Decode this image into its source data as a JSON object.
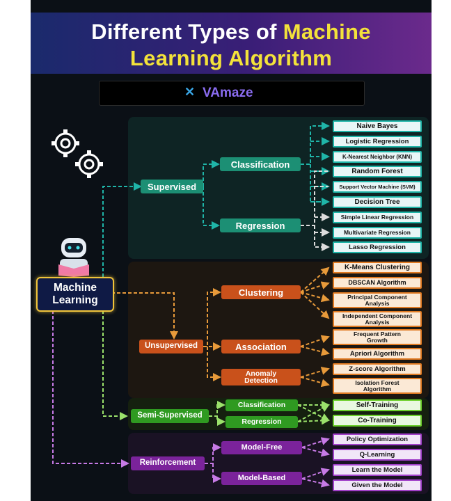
{
  "title": {
    "line1_a": "Different Types of ",
    "line1_b": "Machine",
    "line2": "Learning Algorithm"
  },
  "brand": {
    "name": "VAmaze"
  },
  "root": {
    "label": "Machine Learning"
  },
  "supervised": {
    "label": "Supervised",
    "classification": "Classification",
    "regression": "Regression",
    "leaves": [
      "Naive Bayes",
      "Logistic Regression",
      "K-Nearest Neighbor (KNN)",
      "Random Forest",
      "Support Vector Machine (SVM)",
      "Decision Tree",
      "Simple Linear Regression",
      "Multivariate Regression",
      "Lasso Regression"
    ]
  },
  "unsupervised": {
    "label": "Unsupervised",
    "clustering": "Clustering",
    "association": "Association",
    "anomaly": "Anomaly Detection",
    "leaves": [
      "K-Means Clustering",
      "DBSCAN Algorithm",
      "Principal Component Analysis",
      "Independent Component Analysis",
      "Frequent Pattern Growth",
      "Apriori Algorithm",
      "Z-score Algorithm",
      "Isolation Forest Algorithm"
    ]
  },
  "semi": {
    "label": "Semi-Supervised",
    "classification": "Classification",
    "regression": "Regression",
    "leaves": [
      "Self-Training",
      "Co-Training"
    ]
  },
  "reinforcement": {
    "label": "Reinforcement",
    "model_free": "Model-Free",
    "model_based": "Model-Based",
    "leaves": [
      "Policy Optimization",
      "Q-Learning",
      "Learn the Model",
      "Given the Model"
    ]
  },
  "colors": {
    "teal": "#1fb5a8",
    "orange": "#e07a22",
    "green": "#6ccf2b",
    "purple": "#a040c8",
    "yellow": "#f3e23a"
  },
  "icons": [
    "gear-icon",
    "robot-icon",
    "book-icon"
  ]
}
